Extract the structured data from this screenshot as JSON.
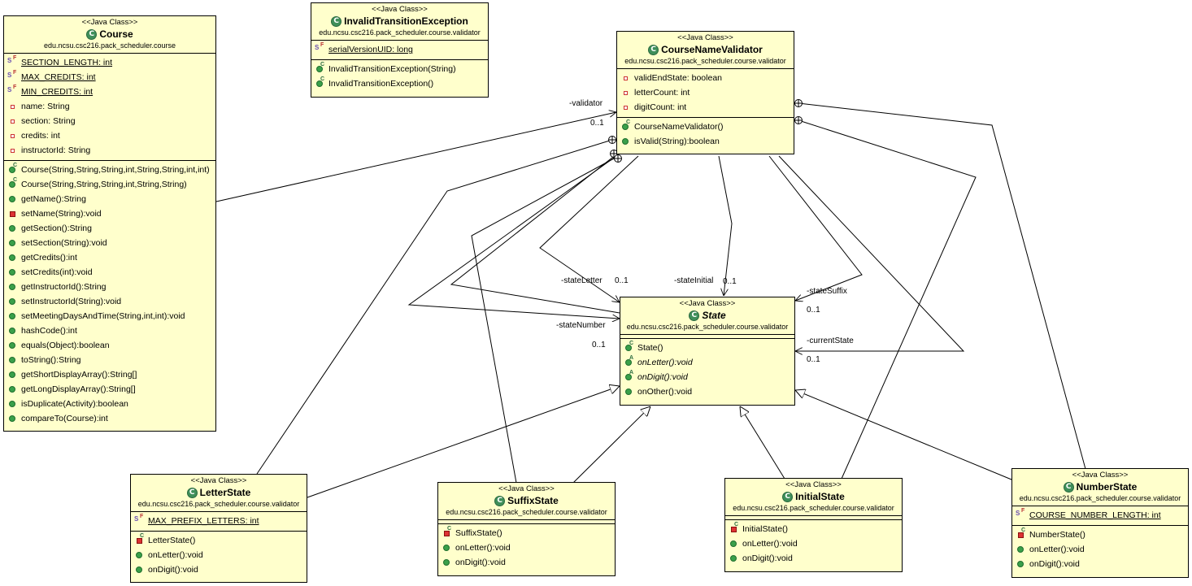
{
  "stereotype": "<<Java Class>>",
  "classes": {
    "course": {
      "name": "Course",
      "package": "edu.ncsu.csc216.pack_scheduler.course",
      "fields": [
        "SECTION_LENGTH: int",
        "MAX_CREDITS: int",
        "MIN_CREDITS: int",
        "name: String",
        "section: String",
        "credits: int",
        "instructorId: String"
      ],
      "methods": [
        "Course(String,String,String,int,String,String,int,int)",
        "Course(String,String,String,int,String,String)",
        "getName():String",
        "setName(String):void",
        "getSection():String",
        "setSection(String):void",
        "getCredits():int",
        "setCredits(int):void",
        "getInstructorId():String",
        "setInstructorId(String):void",
        "setMeetingDaysAndTime(String,int,int):void",
        "hashCode():int",
        "equals(Object):boolean",
        "toString():String",
        "getShortDisplayArray():String[]",
        "getLongDisplayArray():String[]",
        "isDuplicate(Activity):boolean",
        "compareTo(Course):int"
      ]
    },
    "invalid_transition": {
      "name": "InvalidTransitionException",
      "package": "edu.ncsu.csc216.pack_scheduler.course.validator",
      "fields": [
        "serialVersionUID: long"
      ],
      "methods": [
        "InvalidTransitionException(String)",
        "InvalidTransitionException()"
      ]
    },
    "validator": {
      "name": "CourseNameValidator",
      "package": "edu.ncsu.csc216.pack_scheduler.course.validator",
      "fields": [
        "validEndState: boolean",
        "letterCount: int",
        "digitCount: int"
      ],
      "methods": [
        "CourseNameValidator()",
        "isValid(String):boolean"
      ]
    },
    "state": {
      "name": "State",
      "package": "edu.ncsu.csc216.pack_scheduler.course.validator",
      "methods": [
        "State()",
        "onLetter():void",
        "onDigit():void",
        "onOther():void"
      ]
    },
    "letter_state": {
      "name": "LetterState",
      "package": "edu.ncsu.csc216.pack_scheduler.course.validator",
      "fields": [
        "MAX_PREFIX_LETTERS: int"
      ],
      "methods": [
        "LetterState()",
        "onLetter():void",
        "onDigit():void"
      ]
    },
    "suffix_state": {
      "name": "SuffixState",
      "package": "edu.ncsu.csc216.pack_scheduler.course.validator",
      "methods": [
        "SuffixState()",
        "onLetter():void",
        "onDigit():void"
      ]
    },
    "initial_state": {
      "name": "InitialState",
      "package": "edu.ncsu.csc216.pack_scheduler.course.validator",
      "methods": [
        "InitialState()",
        "onLetter():void",
        "onDigit():void"
      ]
    },
    "number_state": {
      "name": "NumberState",
      "package": "edu.ncsu.csc216.pack_scheduler.course.validator",
      "fields": [
        "COURSE_NUMBER_LENGTH: int"
      ],
      "methods": [
        "NumberState()",
        "onLetter():void",
        "onDigit():void"
      ]
    }
  },
  "associations": {
    "validator_role": "-validator",
    "validator_mult": "0..1",
    "state_letter_role": "-stateLetter",
    "state_letter_mult": "0..1",
    "state_initial_role": "-stateInitial",
    "state_initial_mult": "0..1",
    "state_suffix_role": "-stateSuffix",
    "state_suffix_mult": "0..1",
    "state_number_role": "-stateNumber",
    "state_number_mult": "0..1",
    "current_state_role": "-currentState",
    "current_state_mult": "0..1"
  }
}
